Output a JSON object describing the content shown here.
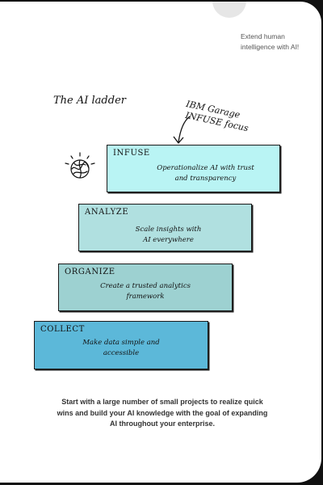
{
  "tagline": "Extend human intelligence with AI!",
  "ladder": {
    "title": "The AI ladder",
    "focus_note": [
      "IBM Garage",
      "INFUSE focus"
    ],
    "steps": [
      {
        "name": "INFUSE",
        "desc": [
          "Operationalize AI with trust",
          "and transparency"
        ]
      },
      {
        "name": "ANALYZE",
        "desc": [
          "Scale insights with",
          "AI everywhere"
        ]
      },
      {
        "name": "ORGANIZE",
        "desc": [
          "Create a trusted analytics",
          "framework"
        ]
      },
      {
        "name": "COLLECT",
        "desc": [
          "Make data simple and",
          "accessible"
        ]
      }
    ],
    "colors": {
      "infuse": "#b9f4f4",
      "analyze": "#b0e0e0",
      "organize": "#9dd1d1",
      "collect": "#5cb8d9"
    }
  },
  "footer": "Start with a large number of small projects to realize quick wins and build your AI knowledge with the goal of expanding AI throughout your enterprise.",
  "icons": [
    "brain-icon",
    "arrow-down-icon"
  ]
}
